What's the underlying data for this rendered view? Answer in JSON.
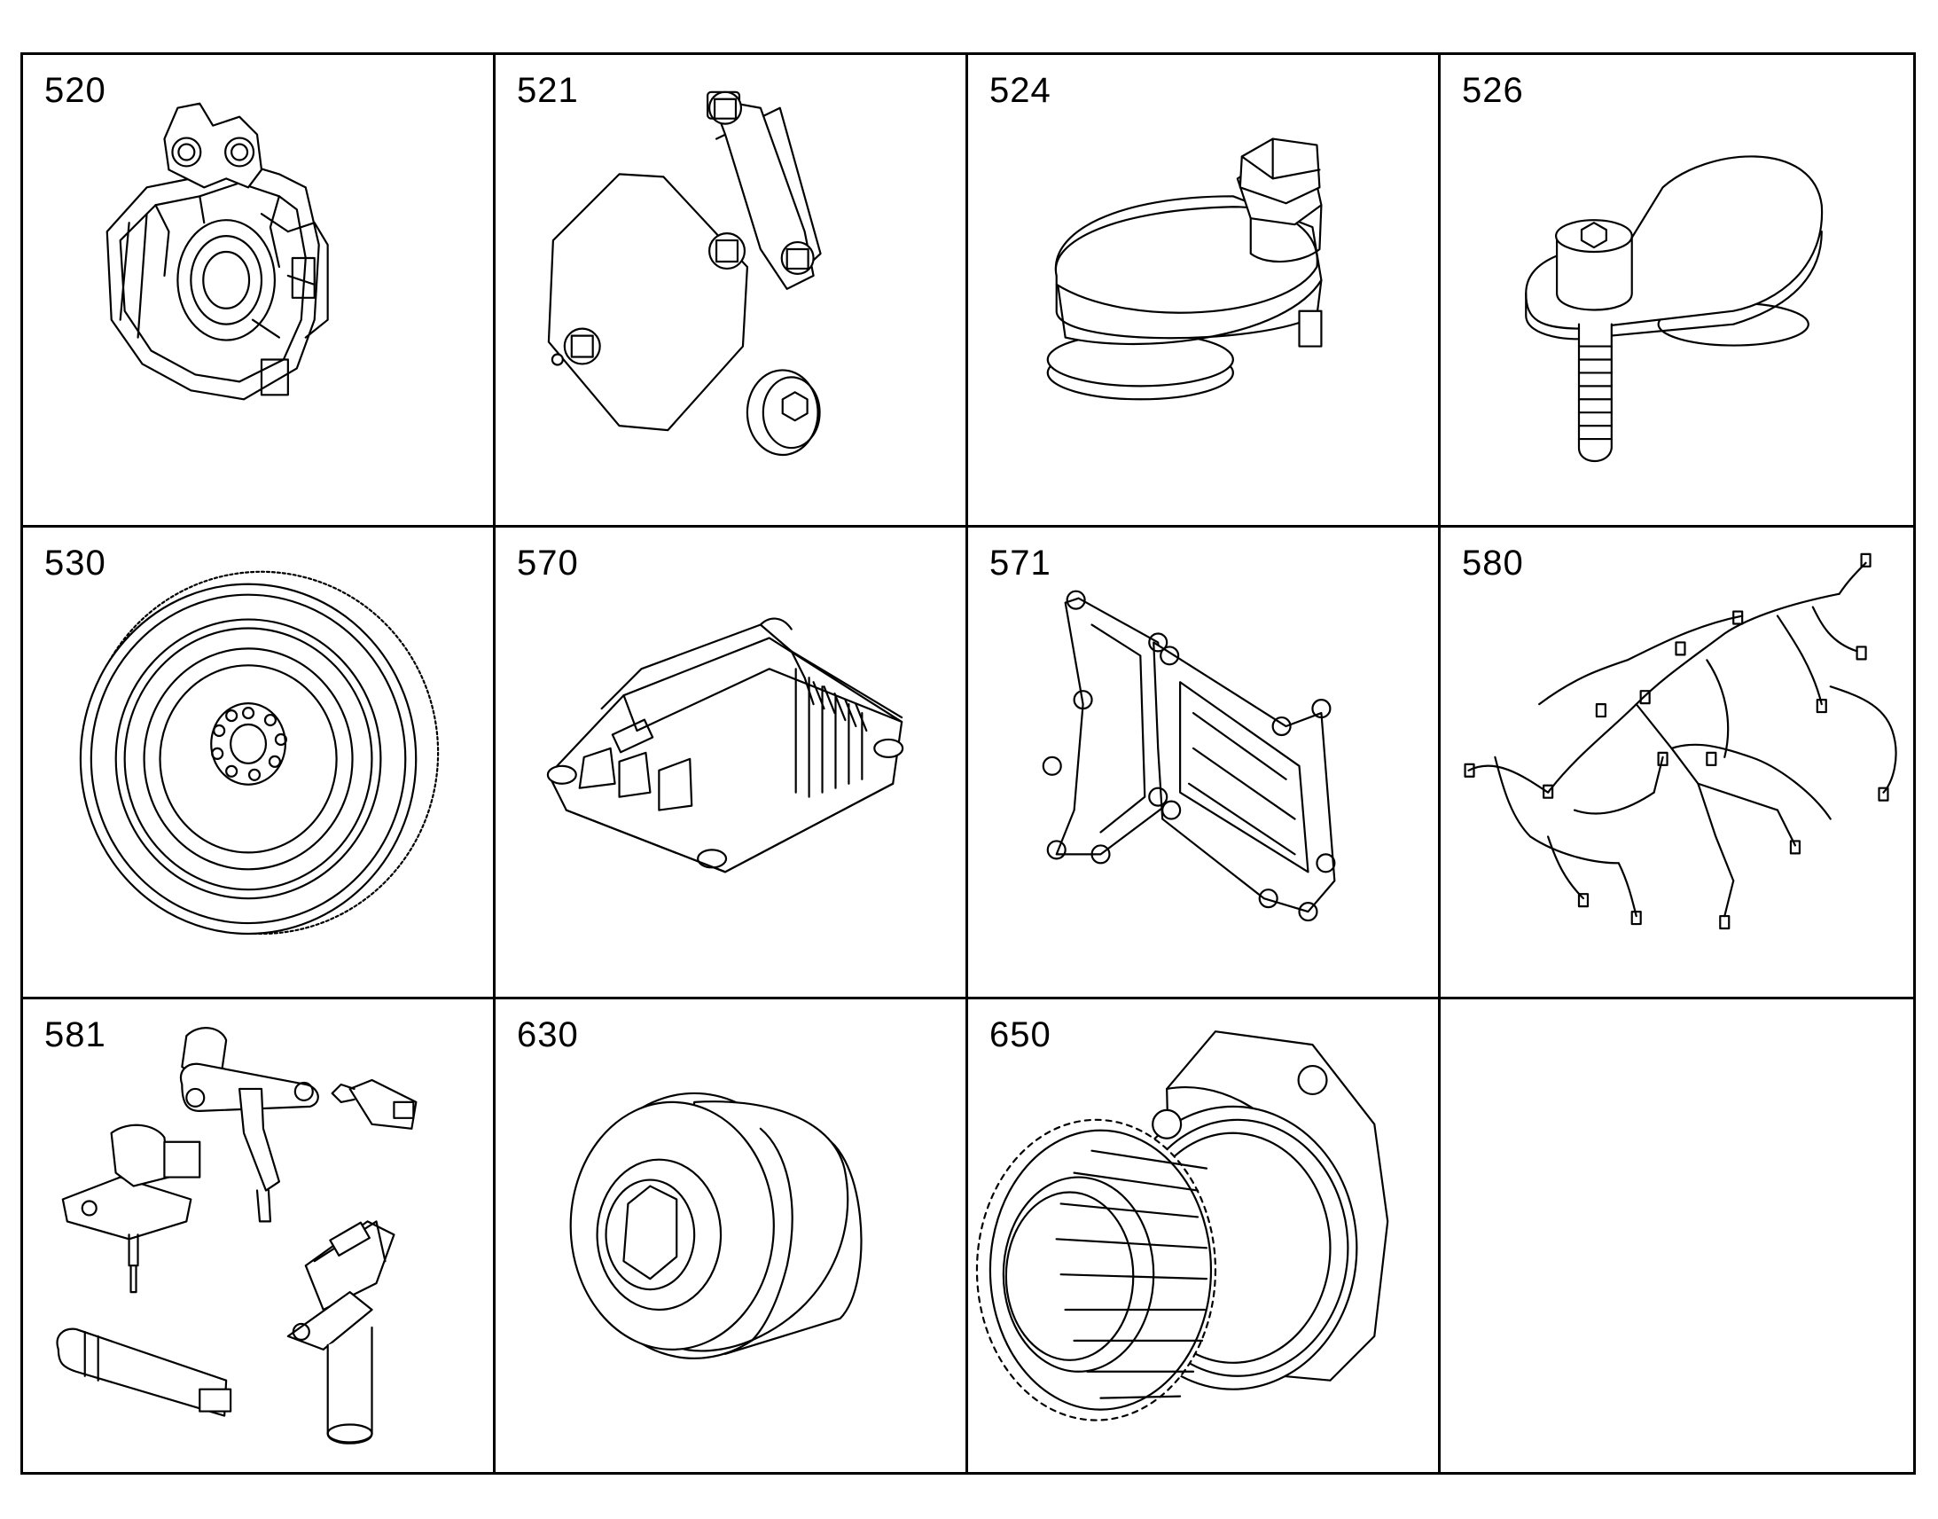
{
  "cells": [
    {
      "id": "520",
      "part": "flywheel-housing-illustration"
    },
    {
      "id": "521",
      "part": "cover-plate-bolts-illustration"
    },
    {
      "id": "524",
      "part": "sensor-bracket-hex-bolt-illustration"
    },
    {
      "id": "526",
      "part": "sensor-bracket-socket-screw-illustration"
    },
    {
      "id": "530",
      "part": "flywheel-ring-gear-illustration"
    },
    {
      "id": "570",
      "part": "ecu-module-illustration"
    },
    {
      "id": "571",
      "part": "ecu-mounting-bracket-illustration"
    },
    {
      "id": "580",
      "part": "wiring-harness-illustration"
    },
    {
      "id": "581",
      "part": "sensors-set-illustration"
    },
    {
      "id": "630",
      "part": "hex-socket-plug-illustration"
    },
    {
      "id": "650",
      "part": "gear-drive-unit-illustration"
    },
    {
      "id": "",
      "part": "empty"
    }
  ]
}
